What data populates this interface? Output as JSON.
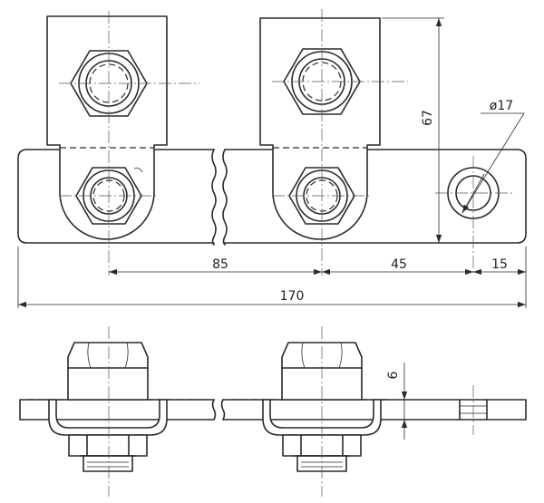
{
  "dimensions": {
    "d85": "85",
    "d45": "45",
    "d15": "15",
    "d170": "170",
    "d67": "67",
    "hole": "ø17",
    "thick": "6"
  },
  "colors": {
    "ink": "#2a2a2a",
    "paper": "#ffffff"
  }
}
